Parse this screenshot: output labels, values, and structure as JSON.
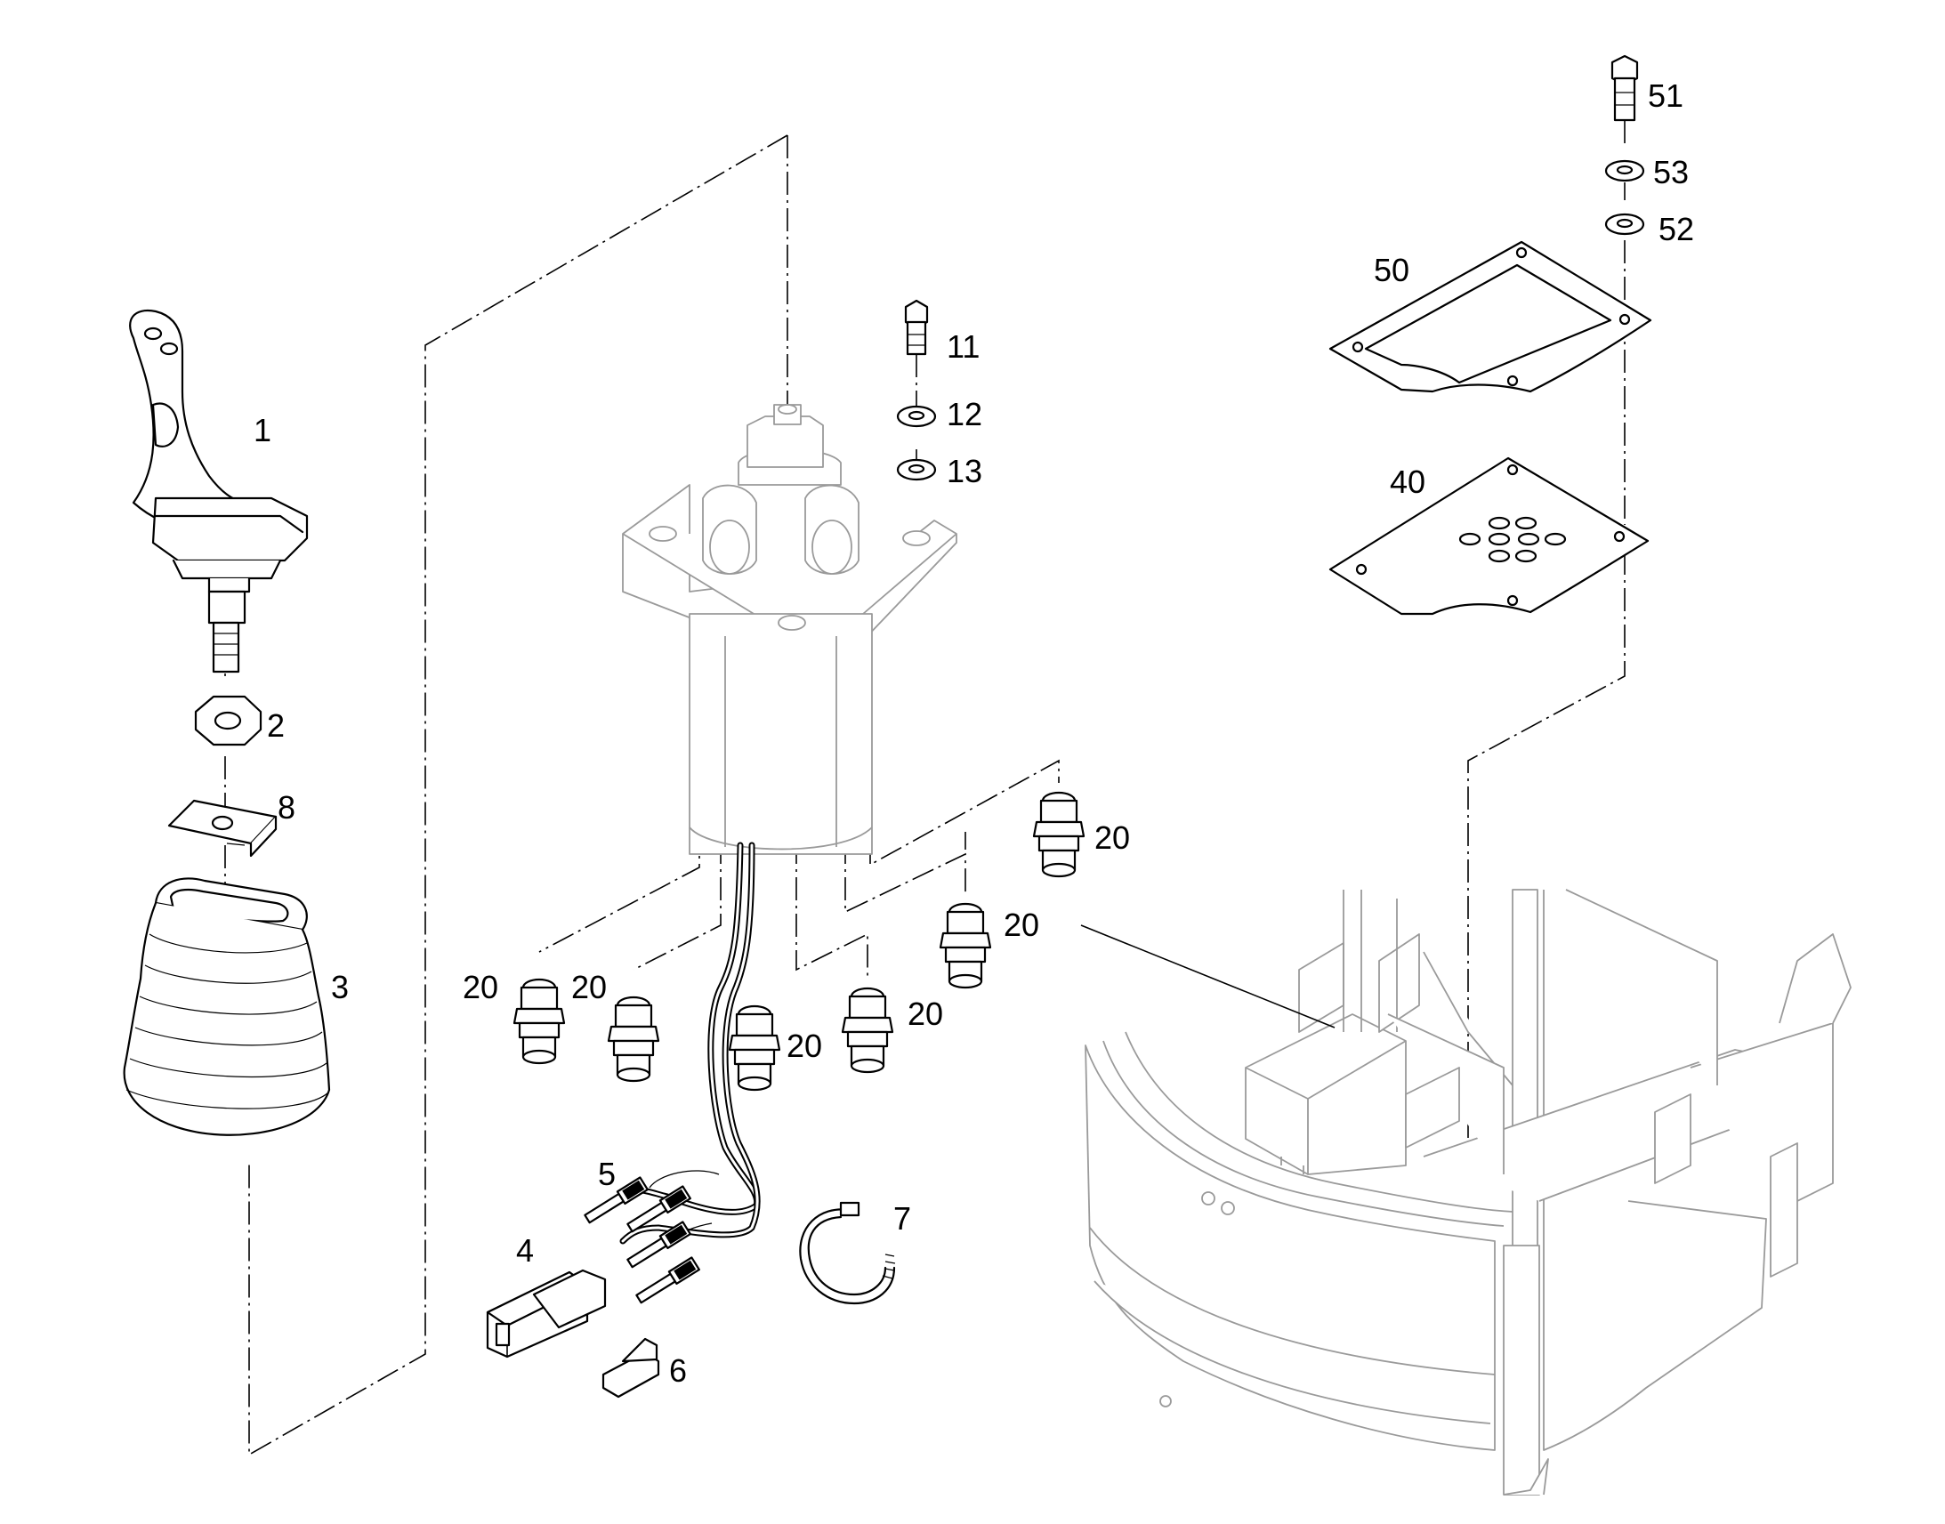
{
  "callouts": [
    {
      "id": "1",
      "text": "1"
    },
    {
      "id": "2",
      "text": "2"
    },
    {
      "id": "3",
      "text": "3"
    },
    {
      "id": "4",
      "text": "4"
    },
    {
      "id": "5",
      "text": "5"
    },
    {
      "id": "6",
      "text": "6"
    },
    {
      "id": "7",
      "text": "7"
    },
    {
      "id": "8",
      "text": "8"
    },
    {
      "id": "11",
      "text": "11"
    },
    {
      "id": "12",
      "text": "12"
    },
    {
      "id": "13",
      "text": "13"
    },
    {
      "id": "20a",
      "text": "20"
    },
    {
      "id": "20b",
      "text": "20"
    },
    {
      "id": "20c",
      "text": "20"
    },
    {
      "id": "20d",
      "text": "20"
    },
    {
      "id": "20e",
      "text": "20"
    },
    {
      "id": "20f",
      "text": "20"
    },
    {
      "id": "40",
      "text": "40"
    },
    {
      "id": "50",
      "text": "50"
    },
    {
      "id": "51",
      "text": "51"
    },
    {
      "id": "52",
      "text": "52"
    },
    {
      "id": "53",
      "text": "53"
    }
  ]
}
